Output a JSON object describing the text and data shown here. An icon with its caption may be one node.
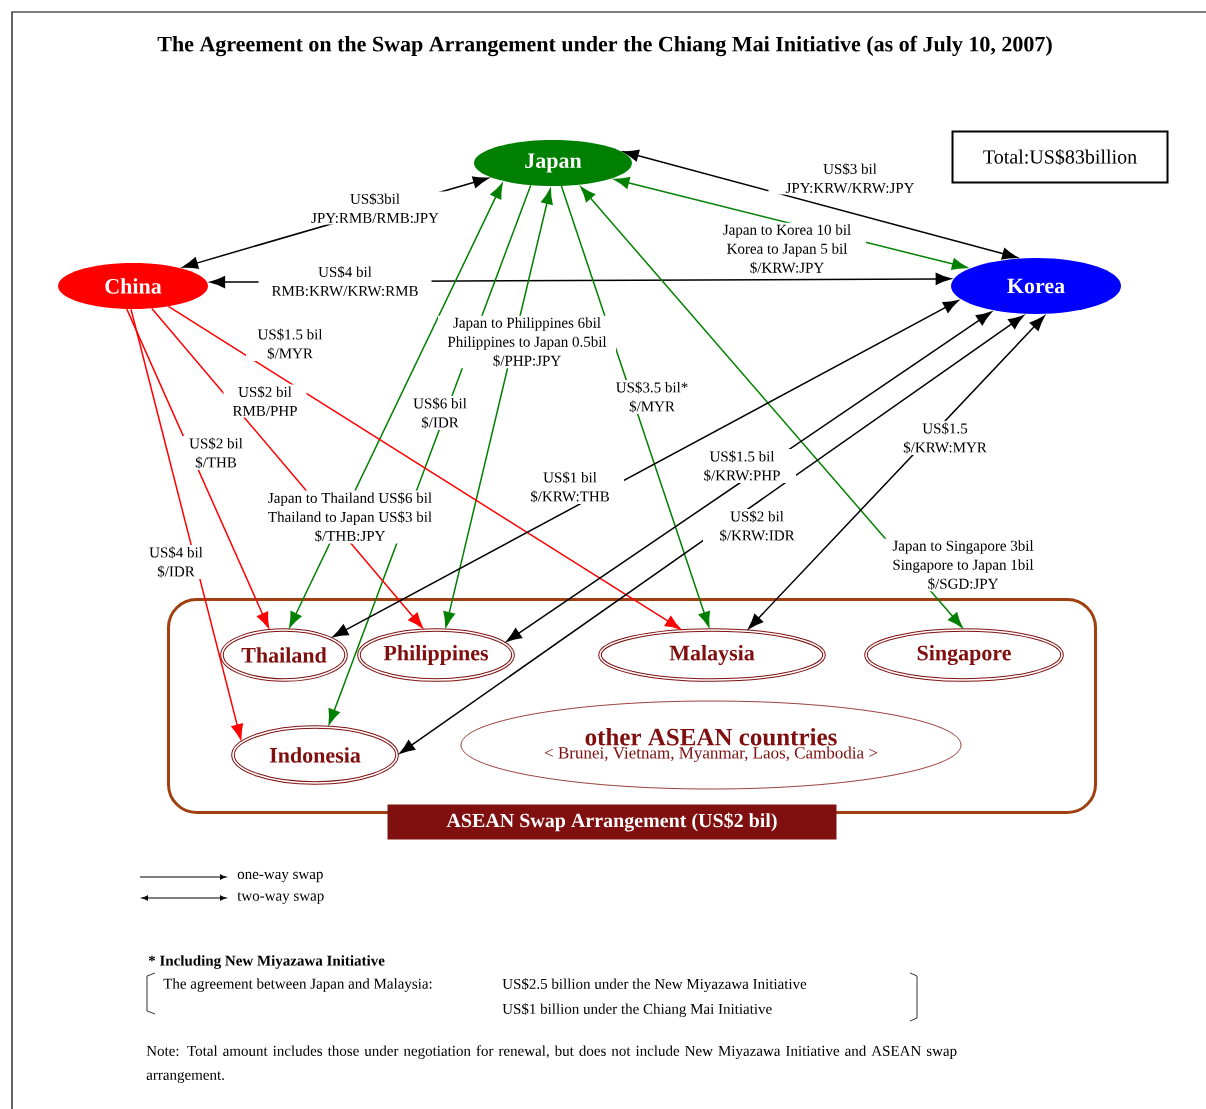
{
  "diagram": {
    "title": "The Agreement on the Swap Arrangement under the Chiang Mai Initiative (as of July 10, 2007)",
    "nodes": [
      {
        "text": [
          "Japan"
        ]
      },
      {
        "text": [
          "China"
        ]
      },
      {
        "text": [
          "Korea"
        ]
      },
      {
        "text": [
          "ASEAN Swap Arrangement (US$2 bil)"
        ]
      },
      {
        "text": [
          "Thailand"
        ],
        "in": 3
      },
      {
        "text": [
          "Philippines"
        ],
        "in": 3
      },
      {
        "text": [
          "Malaysia"
        ],
        "in": 3
      },
      {
        "text": [
          "Singapore"
        ],
        "in": 3
      },
      {
        "text": [
          "Indonesia"
        ],
        "in": 3
      },
      {
        "text": [
          "other ASEAN countries",
          "< Brunei, Vietnam, Myanmar, Laos, Cambodia >"
        ],
        "in": 3
      },
      {
        "text": [
          "Total:US$83billion"
        ]
      }
    ],
    "edges": [
      {
        "from": 0,
        "to": 1,
        "arrow": "both",
        "label": "US$3bil JPY:RMB/RMB:JPY"
      },
      {
        "from": 1,
        "to": 2,
        "arrow": "both",
        "label": "US$4 bil RMB:KRW/KRW:RMB"
      },
      {
        "from": 0,
        "to": 2,
        "arrow": "both",
        "label": "US$3 bil JPY:KRW/KRW:JPY"
      },
      {
        "from": 0,
        "to": 2,
        "arrow": "both",
        "label": "Japan to Korea 10 bil Korea to Japan 5 bil $/KRW:JPY",
        "color": "#008000"
      },
      {
        "from": 0,
        "to": 4,
        "arrow": "both",
        "label": "Japan to Thailand US$6 bil Thailand to Japan US$3 bil $/THB:JPY",
        "color": "#008000"
      },
      {
        "from": 0,
        "to": 5,
        "arrow": "both",
        "label": "Japan to Philippines 6bil Philippines to Japan 0.5bil $/PHP:JPY",
        "color": "#008000"
      },
      {
        "from": 0,
        "to": 8,
        "arrow": "to",
        "label": "US$6 bil $/IDR",
        "color": "#008000"
      },
      {
        "from": 0,
        "to": 6,
        "arrow": "to",
        "label": "US$3.5 bil* $/MYR",
        "color": "#008000"
      },
      {
        "from": 0,
        "to": 7,
        "arrow": "both",
        "label": "Japan to Singapore 3bil Singapore to Japan 1bil $/SGD:JPY",
        "color": "#008000"
      },
      {
        "from": 1,
        "to": 4,
        "arrow": "to",
        "label": "US$2 bil $/THB",
        "color": "#ff0000"
      },
      {
        "from": 1,
        "to": 8,
        "arrow": "to",
        "label": "US$4 bil $/IDR",
        "color": "#ff0000"
      },
      {
        "from": 1,
        "to": 5,
        "arrow": "to",
        "label": "US$2 bil RMB/PHP",
        "color": "#ff0000"
      },
      {
        "from": 1,
        "to": 6,
        "arrow": "to",
        "label": "US$1.5 bil $/MYR",
        "color": "#ff0000"
      },
      {
        "from": 2,
        "to": 4,
        "arrow": "both",
        "label": "US$1 bil $/KRW:THB"
      },
      {
        "from": 2,
        "to": 5,
        "arrow": "both",
        "label": "US$1.5 bil $/KRW:PHP"
      },
      {
        "from": 2,
        "to": 8,
        "arrow": "both",
        "label": "US$2 bil $/KRW:IDR"
      },
      {
        "from": 2,
        "to": 6,
        "arrow": "both",
        "label": "US$1.5 $/KRW:MYR"
      }
    ],
    "legend": [
      {
        "text": "one-way swap"
      },
      {
        "text": "two-way swap"
      }
    ],
    "labels": [
      "* Including New Miyazawa Initiative",
      "The agreement between Japan and Malaysia:",
      "US$2.5 billion under the New Miyazawa Initiative",
      "US$1 billion under the Chiang Mai Initiative",
      "Note: Total amount includes those under negotiation for renewal, but does not include New Miyazawa Initiative and ASEAN swap arrangement."
    ]
  }
}
